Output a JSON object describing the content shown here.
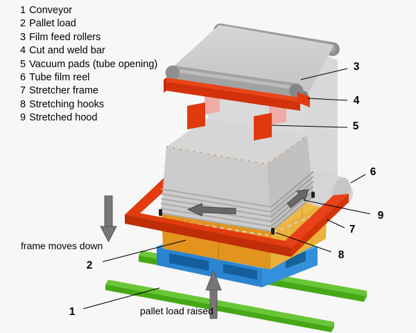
{
  "legend": {
    "items": [
      {
        "number": "1",
        "label": "Conveyor"
      },
      {
        "number": "2",
        "label": "Pallet load"
      },
      {
        "number": "3",
        "label": "Film feed rollers"
      },
      {
        "number": "4",
        "label": "Cut and weld bar"
      },
      {
        "number": "5",
        "label": "Vacuum pads (tube opening)"
      },
      {
        "number": "6",
        "label": "Tube film reel"
      },
      {
        "number": "7",
        "label": "Stretcher frame"
      },
      {
        "number": "8",
        "label": "Stretching hooks"
      },
      {
        "number": "9",
        "label": "Stretched hood"
      }
    ]
  },
  "callouts": {
    "labels": [
      "1",
      "2",
      "3",
      "4",
      "5",
      "6",
      "7",
      "8",
      "9"
    ]
  },
  "annotations": {
    "frame_motion": "frame moves down",
    "pallet_motion": "pallet load raised"
  },
  "colors": {
    "background": "#f7f7f7",
    "frame_red": "#e23b10",
    "frame_red_dark": "#c02e07",
    "pad_red": "#e0390f",
    "pad_pink": "#efaca5",
    "pallet_blue": "#2a84cf",
    "load_orange": "#e2941f",
    "load_top_yellow": "#ecbc49",
    "conveyor_green": "#69c636",
    "conveyor_green_dark": "#46a816",
    "hood_gray": "#cbcbcb",
    "film_gray": "#d8d8d8",
    "roller_gray": "#9c9c9c",
    "motion_arrow_gray": "#767676",
    "text_black": "#000000"
  }
}
